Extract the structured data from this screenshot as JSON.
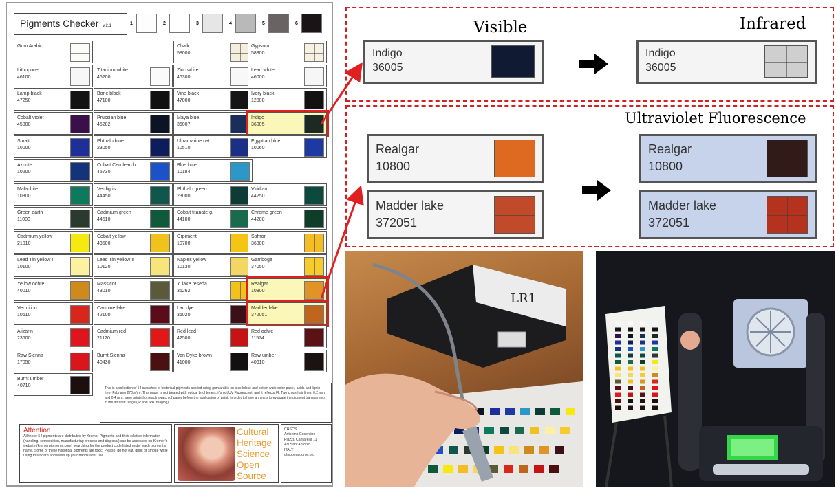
{
  "board": {
    "title": "Pigments Checker",
    "version": "v.2.1",
    "gray_scale": [
      {
        "num": "1",
        "color": "#fdfdfd"
      },
      {
        "num": "2",
        "color": "#ffffff"
      },
      {
        "num": "3",
        "color": "#e6e6e6"
      },
      {
        "num": "4",
        "color": "#b9b9b9"
      },
      {
        "num": "5",
        "color": "#6a6363"
      },
      {
        "num": "6",
        "color": "#1a1416"
      }
    ],
    "cells": [
      {
        "name": "Gum Arabic",
        "code": "",
        "color": "#fbfbf8",
        "cross": true,
        "col": 0,
        "row": 0,
        "hl": false
      },
      {
        "name": "Chalk",
        "code": "58000",
        "color": "#f6eedc",
        "cross": true,
        "col": 2,
        "row": 0,
        "hl": false
      },
      {
        "name": "Gypsum",
        "code": "58300",
        "color": "#f7f1e2",
        "cross": true,
        "col": 3,
        "row": 0,
        "hl": false
      },
      {
        "name": "Lithopone",
        "code": "46100",
        "color": "#f7f7f7",
        "col": 0,
        "row": 1
      },
      {
        "name": "Titanium white",
        "code": "46200",
        "color": "#fafafa",
        "col": 1,
        "row": 1
      },
      {
        "name": "Zinc white",
        "code": "46300",
        "color": "#f8f8f8",
        "col": 2,
        "row": 1
      },
      {
        "name": "Lead white",
        "code": "46000",
        "color": "#f6f6f6",
        "col": 3,
        "row": 1
      },
      {
        "name": "Lamp black",
        "code": "47250",
        "color": "#141414",
        "col": 0,
        "row": 2
      },
      {
        "name": "Bone black",
        "code": "47100",
        "color": "#111111",
        "col": 1,
        "row": 2
      },
      {
        "name": "Vine black",
        "code": "47000",
        "color": "#151515",
        "col": 2,
        "row": 2
      },
      {
        "name": "Ivory black",
        "code": "12000",
        "color": "#121212",
        "col": 3,
        "row": 2
      },
      {
        "name": "Cobalt violet",
        "code": "45800",
        "color": "#3a0f4a",
        "col": 0,
        "row": 3
      },
      {
        "name": "Prussian blue",
        "code": "45202",
        "color": "#0c1424",
        "col": 1,
        "row": 3
      },
      {
        "name": "Maya blue",
        "code": "36007",
        "color": "#1a2e5a",
        "col": 2,
        "row": 3
      },
      {
        "name": "Indigo",
        "code": "36005",
        "color": "#1d2a24",
        "col": 3,
        "row": 3,
        "hl": true
      },
      {
        "name": "Smalt",
        "code": "10000",
        "color": "#1f2f9a",
        "col": 0,
        "row": 4
      },
      {
        "name": "Phthalo blue",
        "code": "23050",
        "color": "#0d1c5c",
        "col": 1,
        "row": 4
      },
      {
        "name": "Ultramarine nat.",
        "code": "10510",
        "color": "#1b2f86",
        "col": 2,
        "row": 4
      },
      {
        "name": "Egyptian blue",
        "code": "10060",
        "color": "#1d3aa3",
        "col": 3,
        "row": 4
      },
      {
        "name": "Azurite",
        "code": "10200",
        "color": "#13337a",
        "col": 0,
        "row": 5
      },
      {
        "name": "Cobalt Cerulean b.",
        "code": "45730",
        "color": "#1c52c8",
        "col": 1,
        "row": 5
      },
      {
        "name": "Blue bice",
        "code": "10184",
        "color": "#2d97c8",
        "col": 2,
        "row": 5
      },
      {
        "name": "Malachite",
        "code": "10300",
        "color": "#0e7a5c",
        "col": 0,
        "row": 6
      },
      {
        "name": "Verdigris",
        "code": "44450",
        "color": "#10564a",
        "col": 1,
        "row": 6
      },
      {
        "name": "Phthalo green",
        "code": "23000",
        "color": "#0c3c33",
        "col": 2,
        "row": 6
      },
      {
        "name": "Viridian",
        "code": "44250",
        "color": "#0d4a3e",
        "col": 3,
        "row": 6
      },
      {
        "name": "Green earth",
        "code": "11000",
        "color": "#2b3a2e",
        "col": 0,
        "row": 7
      },
      {
        "name": "Cadmium green",
        "code": "44510",
        "color": "#0f5a3a",
        "col": 1,
        "row": 7
      },
      {
        "name": "Cobalt titanate g.",
        "code": "44100",
        "color": "#1a6b4e",
        "col": 2,
        "row": 7
      },
      {
        "name": "Chrome green",
        "code": "44200",
        "color": "#0e3d2a",
        "col": 3,
        "row": 7
      },
      {
        "name": "Cadmium yellow",
        "code": "21010",
        "color": "#f6e90f",
        "col": 0,
        "row": 8
      },
      {
        "name": "Cobalt yellow",
        "code": "43500",
        "color": "#f0c21b",
        "col": 1,
        "row": 8
      },
      {
        "name": "Orpiment",
        "code": "10700",
        "color": "#f5c415",
        "col": 2,
        "row": 8
      },
      {
        "name": "Saffron",
        "code": "36300",
        "color": "#f4bd23",
        "cross": true,
        "col": 3,
        "row": 8
      },
      {
        "name": "Lead Tin yellow I",
        "code": "10100",
        "color": "#fbf1a0",
        "col": 0,
        "row": 9
      },
      {
        "name": "Lead Tin yellow II",
        "code": "10120",
        "color": "#f8e57a",
        "col": 1,
        "row": 9
      },
      {
        "name": "Naples yellow",
        "code": "10130",
        "color": "#f4d763",
        "col": 2,
        "row": 9
      },
      {
        "name": "Gamboge",
        "code": "37050",
        "color": "#f6cc2c",
        "cross": true,
        "col": 3,
        "row": 9
      },
      {
        "name": "Yellow ochre",
        "code": "40010",
        "color": "#cf8a1c",
        "col": 0,
        "row": 10
      },
      {
        "name": "Massicot",
        "code": "43010",
        "color": "#5a5a3a",
        "col": 1,
        "row": 10
      },
      {
        "name": "Y. lake reseda",
        "code": "36262",
        "color": "#f2c11e",
        "cross": true,
        "col": 2,
        "row": 10
      },
      {
        "name": "Realgar",
        "code": "10800",
        "color": "#e09326",
        "col": 3,
        "row": 10,
        "hl": true
      },
      {
        "name": "Vermilion",
        "code": "10610",
        "color": "#d8261a",
        "col": 0,
        "row": 11
      },
      {
        "name": "Carmine lake",
        "code": "42100",
        "color": "#5a0d18",
        "col": 1,
        "row": 11
      },
      {
        "name": "Lac dye",
        "code": "36020",
        "color": "#3c1018",
        "col": 2,
        "row": 11
      },
      {
        "name": "Madder lake",
        "code": "372051",
        "color": "#c0661c",
        "col": 3,
        "row": 11,
        "hl": true
      },
      {
        "name": "Alizarin",
        "code": "23600",
        "color": "#e0141d",
        "col": 0,
        "row": 12
      },
      {
        "name": "Cadmium red",
        "code": "21120",
        "color": "#e21818",
        "col": 1,
        "row": 12
      },
      {
        "name": "Red lead",
        "code": "42500",
        "color": "#c61314",
        "col": 2,
        "row": 12
      },
      {
        "name": "Red ochre",
        "code": "11574",
        "color": "#5a1216",
        "col": 3,
        "row": 12
      },
      {
        "name": "Raw Sienna",
        "code": "17050",
        "color": "#d9161c",
        "col": 0,
        "row": 13
      },
      {
        "name": "Burnt Sienna",
        "code": "40430",
        "color": "#4a1012",
        "col": 1,
        "row": 13
      },
      {
        "name": "Van Dyke brown",
        "code": "41000",
        "color": "#121010",
        "col": 2,
        "row": 13
      },
      {
        "name": "Raw umber",
        "code": "40610",
        "color": "#1b1312",
        "col": 3,
        "row": 13
      },
      {
        "name": "Burnt umber",
        "code": "40710",
        "color": "#1c0f10",
        "col": 0,
        "row": 14
      }
    ],
    "note": "This is a collection of 54 swatches of historical pigments applied using gum arabic on a cellulose and cotton watercolor paper, acids and lignin free, Fabriano 270gr/m². This paper is not treated with optical brighteners, it's not UV Fluorescent, and it reflects IR. Two cross-hair lines, 0,2 mm and 0.4 mm, were printed on each swatch of paper before the application of paint, in order to have a means to evaluate the pigment transparency in the infrared range (IR and IRR imaging).",
    "attention_title": "Attention",
    "attention_text": "All these 54 pigments are distributed by Kremer Pigments and their relative information (handling, composition, manufacturing process and disposal) can be accessed on Kremer's website (kremerpigmente.com) searching for the product code listed under each pigment's name. Some of these historical pigments are toxic. Please, do not eat, drink or smoke while using this board and wash up your hands after use.",
    "logo_lines": [
      "Cultural",
      "Heritage",
      "Science",
      "Open",
      "Source"
    ],
    "address_lines": [
      "CHSOS",
      "Antonino Cosentino",
      "Piazza Cantarella 11",
      "Aci Sant'Antonio",
      "ITALY",
      "chsopensource.org"
    ]
  },
  "comparison": {
    "visible_label": "Visible",
    "infrared_label": "Infrared",
    "uvf_label": "Ultraviolet Fluorescence",
    "ir_pair": {
      "visible": {
        "name": "Indigo",
        "code": "36005",
        "color": "#101a33"
      },
      "infrared": {
        "name": "Indigo",
        "code": "36005",
        "color": "#cfcfcf"
      }
    },
    "uv_pairs": [
      {
        "name": "Realgar",
        "code": "10800",
        "vis_color": "#de6a22",
        "uv_color": "#321a18"
      },
      {
        "name": "Madder lake",
        "code": "372051",
        "vis_color": "#c04a2a",
        "uv_color": "#b5321e"
      }
    ]
  },
  "photos": {
    "device_label": "LR1"
  },
  "colors": {
    "highlight": "#e02020",
    "dash": "#d42020"
  }
}
